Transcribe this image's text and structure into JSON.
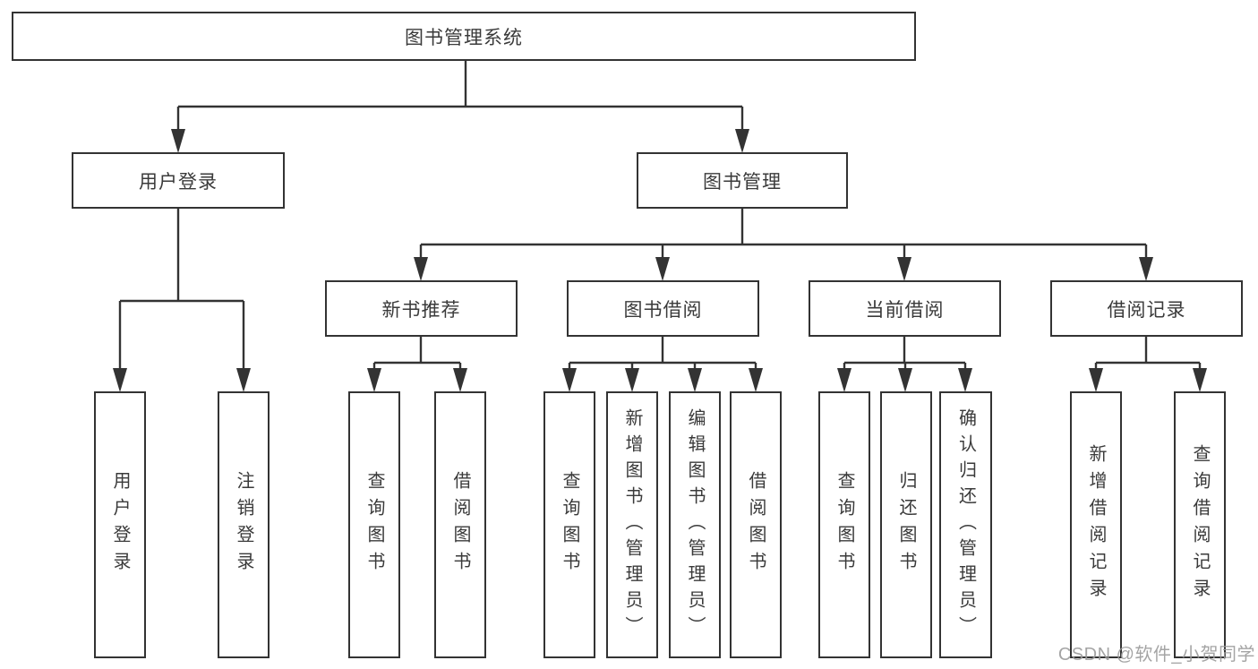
{
  "diagram": {
    "root": {
      "label": "图书管理系统"
    },
    "level2": {
      "user_login": {
        "label": "用户登录"
      },
      "book_mgmt": {
        "label": "图书管理"
      }
    },
    "level3": {
      "new_book_rec": {
        "label": "新书推荐"
      },
      "book_borrow": {
        "label": "图书借阅"
      },
      "current_borrow": {
        "label": "当前借阅"
      },
      "borrow_records": {
        "label": "借阅记录"
      }
    },
    "leaves": {
      "user_login_leaf": {
        "label": "用户登录"
      },
      "logout_login": {
        "label": "注销登录"
      },
      "rec_query_book": {
        "label": "查询图书"
      },
      "rec_borrow_book": {
        "label": "借阅图书"
      },
      "bb_query_book": {
        "label": "查询图书"
      },
      "bb_add_book": {
        "label": "新增图书（管理员）"
      },
      "bb_edit_book": {
        "label": "编辑图书（管理员）"
      },
      "bb_borrow_book": {
        "label": "借阅图书"
      },
      "cb_query_book": {
        "label": "查询图书"
      },
      "cb_return_book": {
        "label": "归还图书"
      },
      "cb_confirm_return": {
        "label": "确认归还（管理员）"
      },
      "br_add_record": {
        "label": "新增借阅记录"
      },
      "br_query_record": {
        "label": "查询借阅记录"
      }
    }
  },
  "watermark": {
    "text": "CSDN @软件_小贺同学"
  },
  "colors": {
    "line": "#333333",
    "box_border": "#333333",
    "text": "#3a3a3a",
    "watermark": "#9b9b9b",
    "background": "#ffffff"
  }
}
